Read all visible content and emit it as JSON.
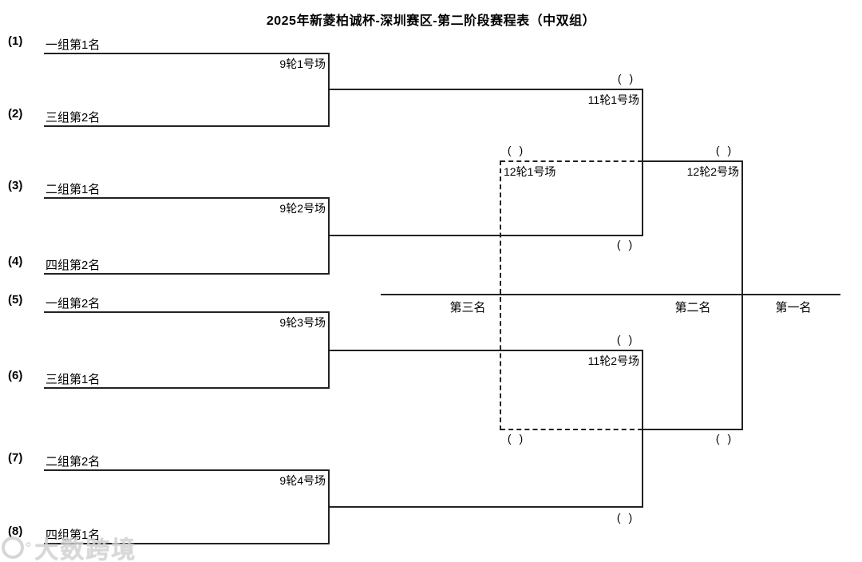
{
  "title": "2025年新菱柏诚杯-深圳赛区-第二阶段赛程表（中双组）",
  "seeds": [
    {
      "num": "(1)",
      "name": "一组第1名"
    },
    {
      "num": "(2)",
      "name": "三组第2名"
    },
    {
      "num": "(3)",
      "name": "二组第1名"
    },
    {
      "num": "(4)",
      "name": "四组第2名"
    },
    {
      "num": "(5)",
      "name": "一组第2名"
    },
    {
      "num": "(6)",
      "name": "三组第1名"
    },
    {
      "num": "(7)",
      "name": "二组第2名"
    },
    {
      "num": "(8)",
      "name": "四组第1名"
    }
  ],
  "round1": {
    "m1": "9轮1号场",
    "m2": "9轮2号场",
    "m3": "9轮3号场",
    "m4": "9轮4号场"
  },
  "semifinals": {
    "m1": "11轮1号场",
    "m2": "11轮2号场"
  },
  "third_place_match": "12轮1号场",
  "final_match": "12轮2号场",
  "placements": {
    "third": "第三名",
    "second": "第二名",
    "first": "第一名"
  },
  "score_placeholder": "( )",
  "watermark": "大数跨境",
  "colors": {
    "line": "#222222",
    "text": "#000000",
    "watermark": "#d2d2d2",
    "background": "#ffffff"
  }
}
